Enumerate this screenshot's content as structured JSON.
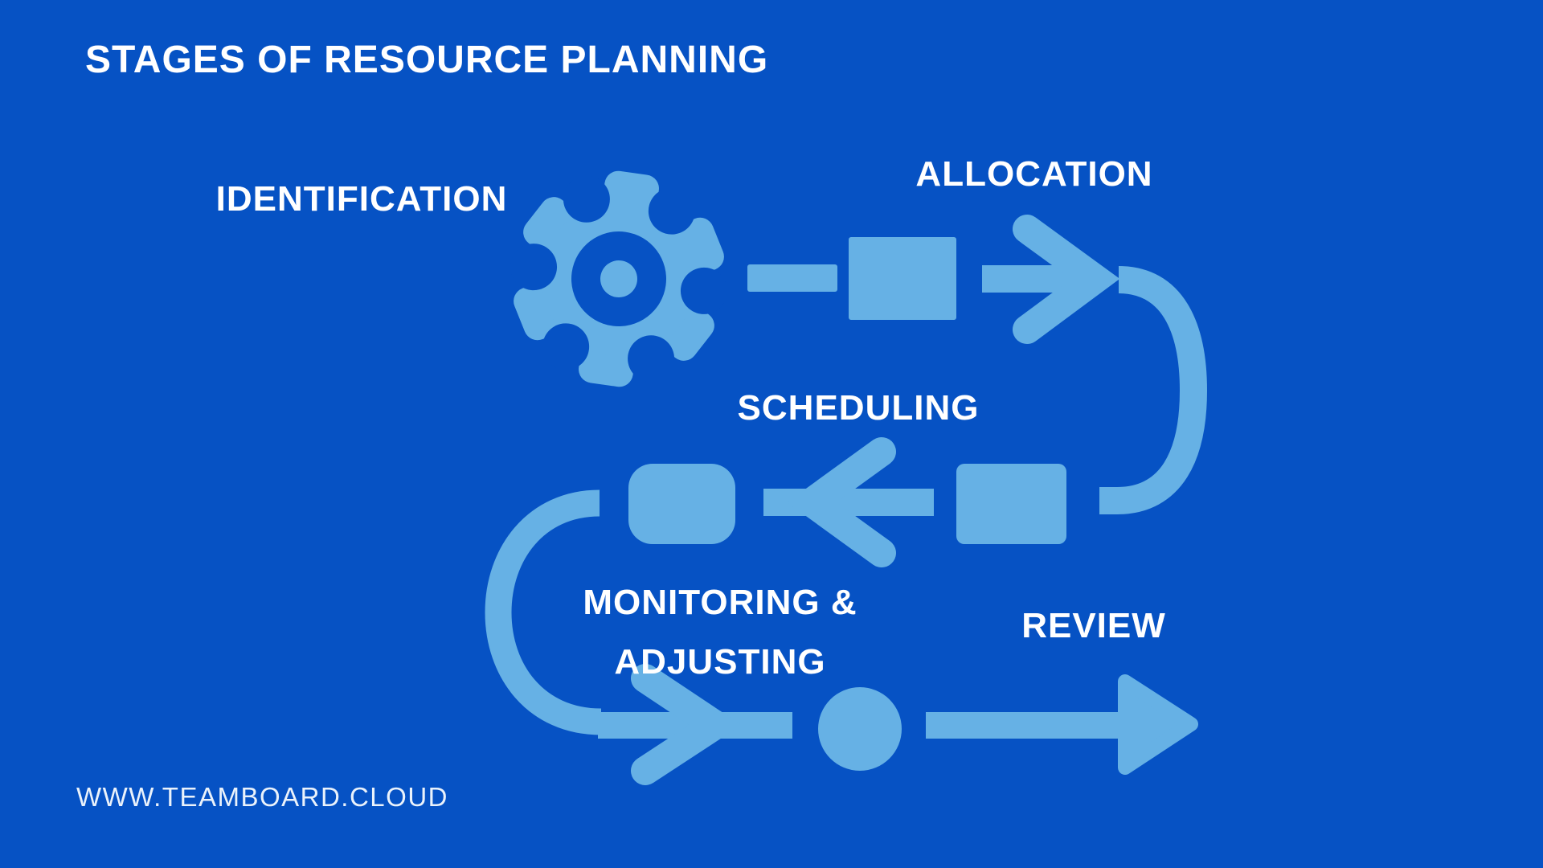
{
  "title": "STAGES OF RESOURCE PLANNING",
  "colors": {
    "background": "#0652c4",
    "shape": "#66b1e5",
    "text": "#ffffff",
    "footer_text": "#eaf2fb"
  },
  "stages": [
    {
      "id": "identification",
      "label": "IDENTIFICATION",
      "icon": "gear-icon"
    },
    {
      "id": "allocation",
      "label": "ALLOCATION",
      "icon": "square-node-icon"
    },
    {
      "id": "scheduling",
      "label": "SCHEDULING",
      "icon": "square-node-icon"
    },
    {
      "id": "monitoring",
      "label_line1": "MONITORING &",
      "label_line2": "ADJUSTING",
      "icon": "rounded-square-node-icon"
    },
    {
      "id": "review",
      "label": "REVIEW",
      "icon": "circle-node-icon"
    }
  ],
  "flow_icons": [
    "gear-icon",
    "dash-connector-icon",
    "square-node-icon",
    "arrow-right-icon",
    "curve-right-down-icon",
    "square-node-icon",
    "arrow-left-icon",
    "rounded-square-node-icon",
    "curve-left-down-icon",
    "arrow-right-icon",
    "circle-node-icon",
    "arrow-right-triangle-icon"
  ],
  "footer": {
    "website": "WWW.TEAMBOARD.CLOUD"
  }
}
